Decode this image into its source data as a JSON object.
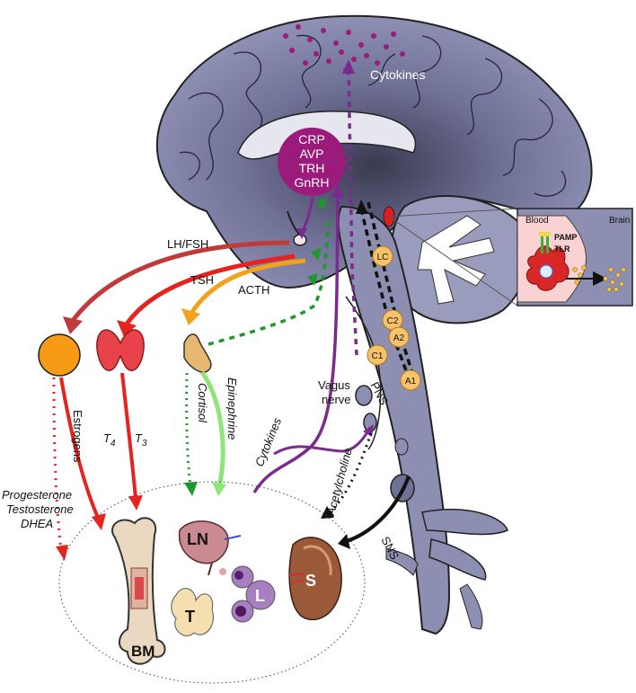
{
  "hypothalamus": {
    "lines": [
      "CRP",
      "AVP",
      "TRH",
      "GnRH"
    ]
  },
  "cytokines_top": "Cytokines",
  "hormones": {
    "lh_fsh": "LH/FSH",
    "tsh": "TSH",
    "acth": "ACTH"
  },
  "brainstem_nuclei": {
    "lc": "LC",
    "c2": "C2",
    "a2": "A2",
    "c1": "C1",
    "a1": "A1"
  },
  "nerves": {
    "vagus": [
      "Vagus",
      "nerve"
    ],
    "pns": "PNS",
    "sns": "SNS"
  },
  "effectors": {
    "estrogens": "Estrogens",
    "t4": "T",
    "t4_sub": "4",
    "t3": "T",
    "t3_sub": "3",
    "cortisol": "Cortisol",
    "epinephrine": "Epinephrine",
    "cytokines": "Cytokines",
    "acetylcholine": "Acetylcholine"
  },
  "gonadal_steroids": [
    "Progesterone",
    "Testosterone",
    "DHEA"
  ],
  "immune_organs": {
    "bm": "BM",
    "ln": "LN",
    "t": "T",
    "l": "L",
    "s": "S"
  },
  "inset": {
    "blood": "Blood",
    "brain": "Brain",
    "pamp": "PAMP",
    "tlr": "TLR"
  },
  "colors": {
    "brain": "#8d8fb2",
    "brain_dark": "#2c2c3e",
    "hypothalamus": "#9a1b7c",
    "cytokine_purple": "#7b2a8e",
    "green": "#1e9a2c",
    "light_green": "#8ee57a",
    "red": "#e52420",
    "dark_red": "#c0393b",
    "orange": "#f2a21b",
    "gonad": "#f79a16",
    "nucleus": "#f6c36a"
  }
}
